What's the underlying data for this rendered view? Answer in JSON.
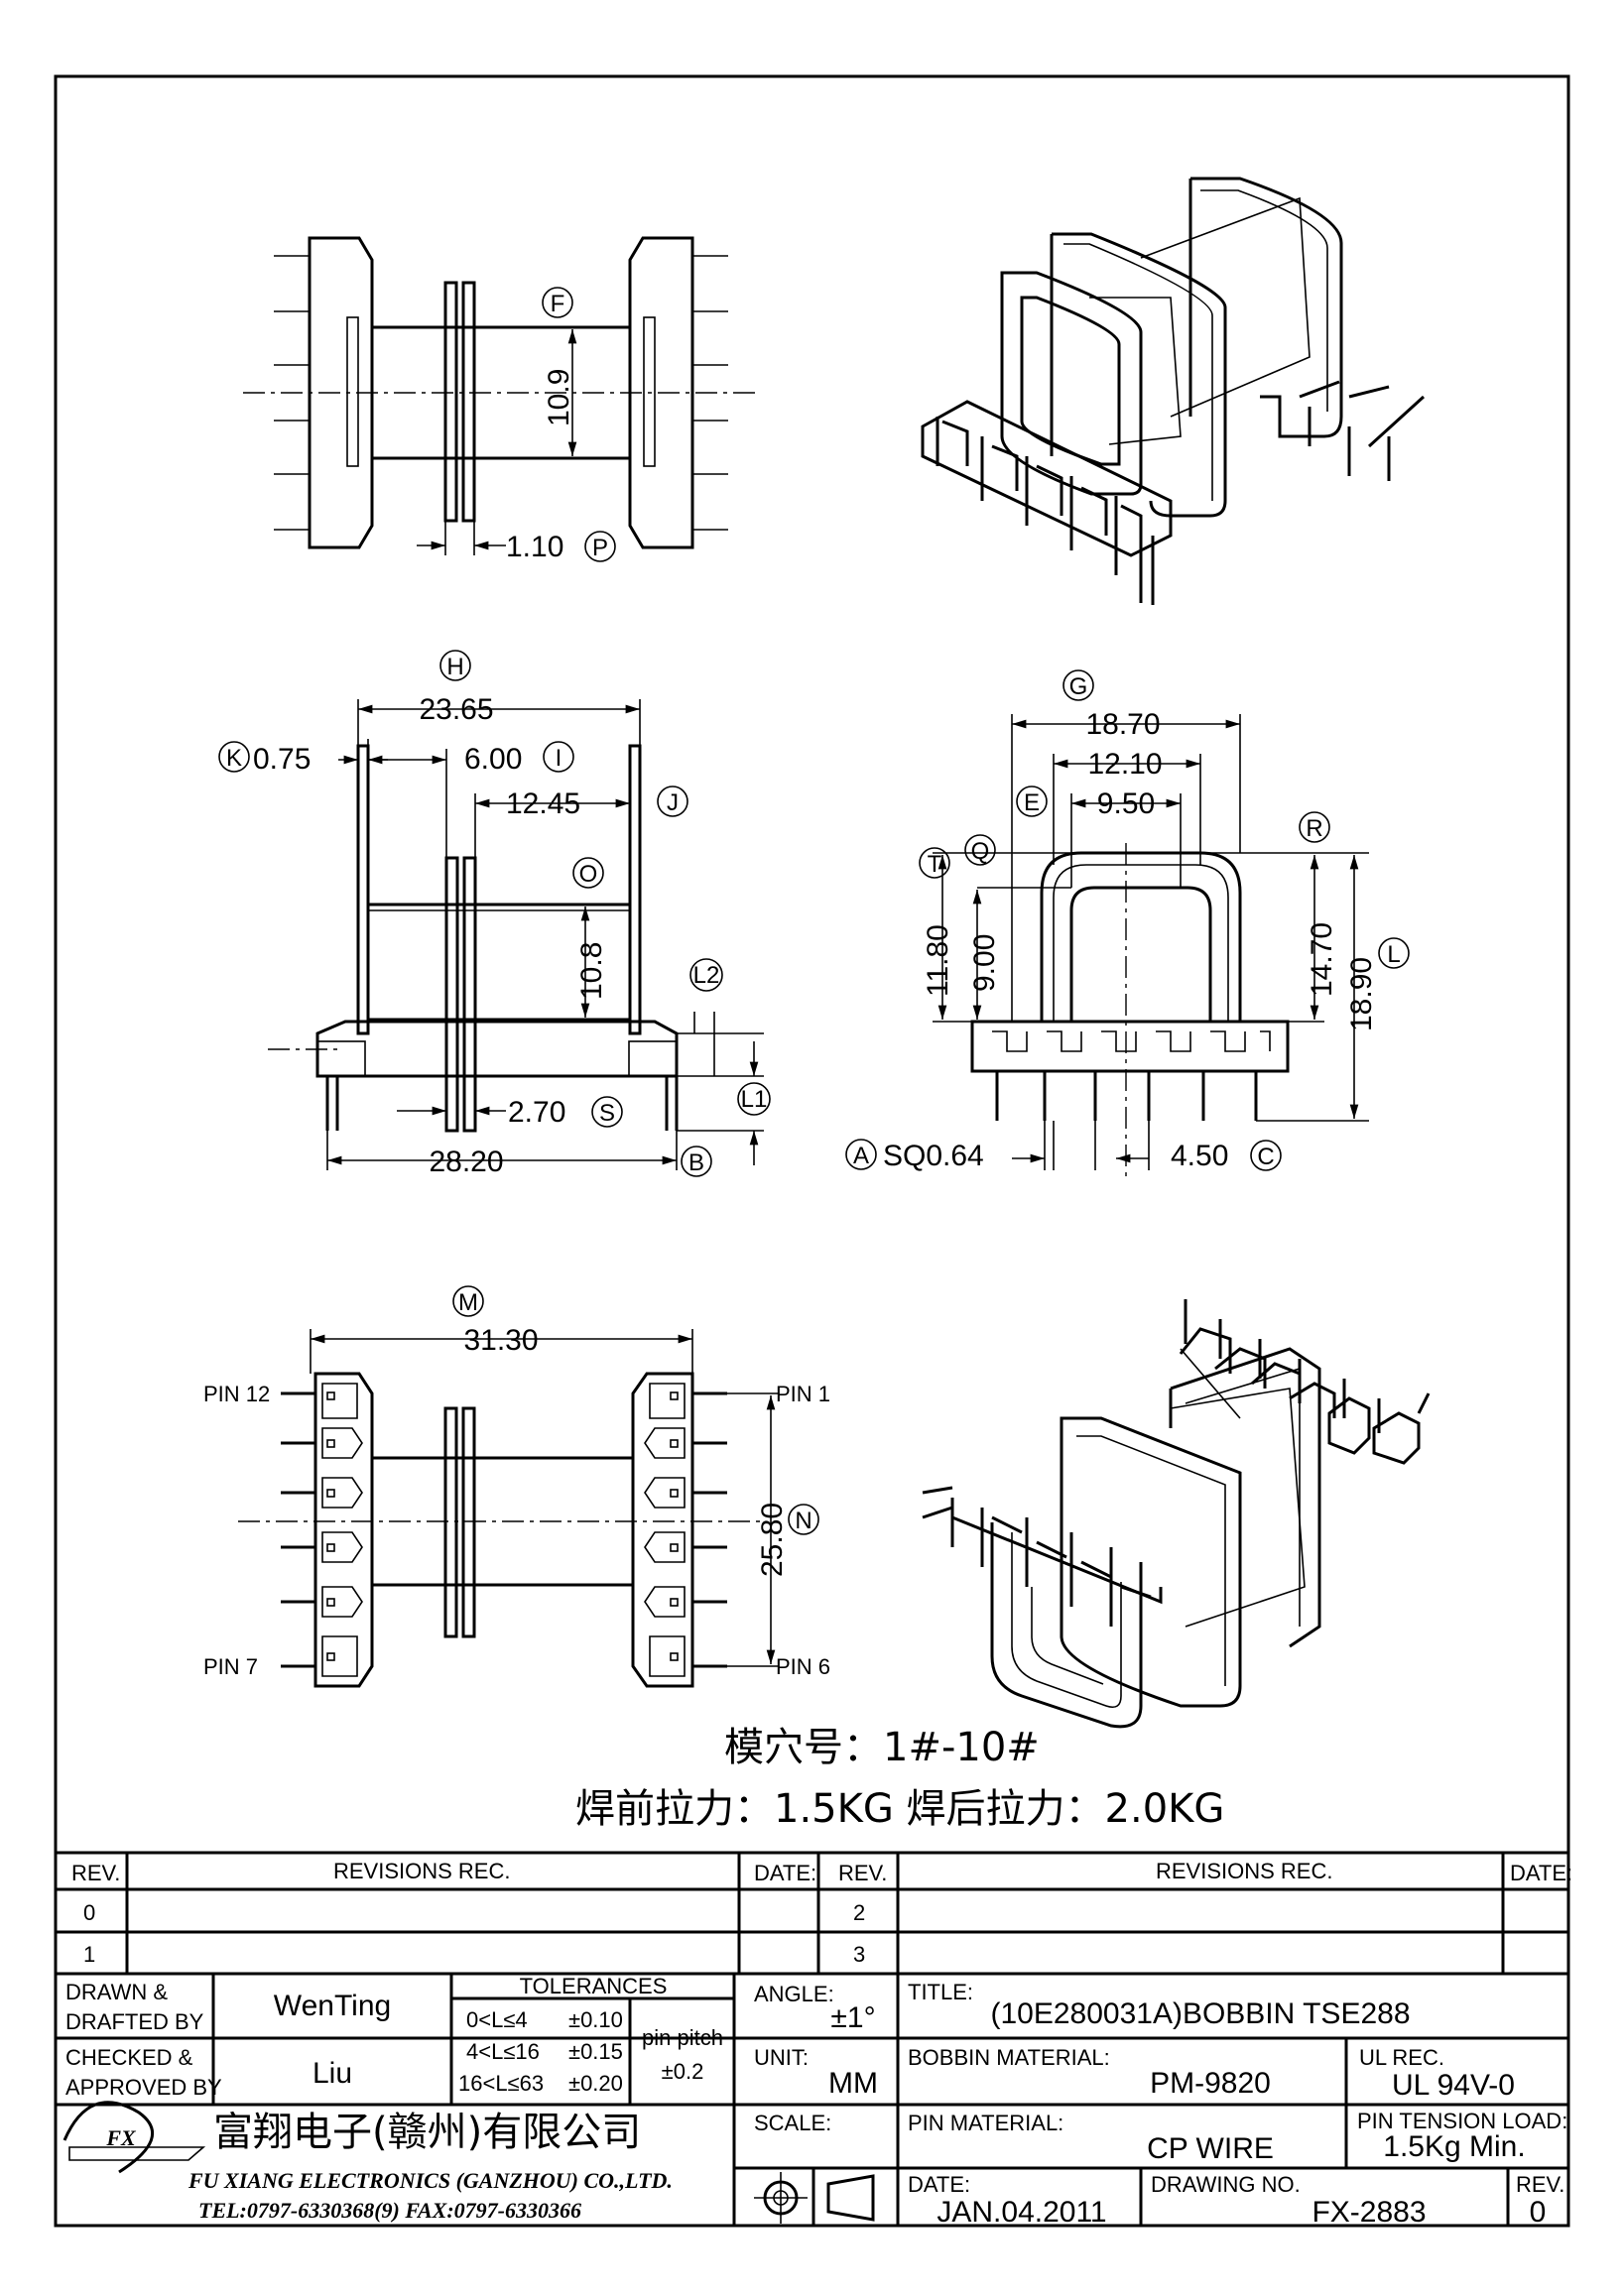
{
  "views": {
    "top": {
      "dims": {
        "p": "1.10",
        "f": "10.9"
      },
      "tags": {
        "f": "F",
        "p": "P"
      }
    },
    "front": {
      "dims": {
        "h": "23.65",
        "k": "0.75",
        "i": "6.00",
        "j": "12.45",
        "o": "10.8",
        "s": "2.70",
        "b": "28.20"
      },
      "tags": {
        "h": "H",
        "k": "K",
        "i": "I",
        "j": "J",
        "o": "O",
        "l2": "L2",
        "l1": "L1",
        "s": "S",
        "b": "B"
      }
    },
    "side": {
      "dims": {
        "g": "18.70",
        "e1": "12.10",
        "e2": "9.50",
        "t": "11.80",
        "q": "9.00",
        "r": "14.70",
        "l": "18.90",
        "a": "SQ0.64",
        "c": "4.50"
      },
      "tags": {
        "g": "G",
        "e": "E",
        "t": "T",
        "q": "Q",
        "r": "R",
        "l": "L",
        "a": "A",
        "c": "C"
      }
    },
    "bottom": {
      "dims": {
        "m": "31.30",
        "n": "25.80"
      },
      "tags": {
        "m": "M",
        "n": "N"
      },
      "pins": {
        "p12": "PIN 12",
        "p1": "PIN 1",
        "p7": "PIN 7",
        "p6": "PIN 6"
      }
    }
  },
  "notes": {
    "cavity": "模穴号：1#-10#",
    "pull": "焊前拉力：1.5KG   焊后拉力：2.0KG"
  },
  "title_block": {
    "rev_header": "REV.",
    "revisions_header": "REVISIONS   REC.",
    "date_header": "DATE:",
    "rev_rows": [
      "0",
      "1"
    ],
    "rev_rows_right": [
      "2",
      "3"
    ],
    "drawn_label_1": "DRAWN  &",
    "drawn_label_2": "DRAFTED BY",
    "drawn_by": "WenTing",
    "checked_label_1": "CHECKED &",
    "checked_label_2": "APPROVED BY",
    "checked_by": "Liu",
    "tolerances_label": "TOLERANCES",
    "tol_rows": [
      {
        "range": "0<L≤4",
        "value": "±0.10"
      },
      {
        "range": "4<L≤16",
        "value": "±0.15"
      },
      {
        "range": "16<L≤63",
        "value": "±0.20"
      }
    ],
    "pin_pitch_label": "pin  pitch",
    "pin_pitch_value": "±0.2",
    "angle_label": "ANGLE:",
    "angle_value": "±1°",
    "unit_label": "UNIT:",
    "unit_value": "MM",
    "scale_label": "SCALE:",
    "title_label": "TITLE:",
    "title_value": "(10E280031A)BOBBIN  TSE288",
    "bobbin_material_label": "BOBBIN  MATERIAL:",
    "bobbin_material_value": "PM-9820",
    "ul_label": "UL  REC.",
    "ul_value": "UL  94V-0",
    "pin_material_label": "PIN  MATERIAL:",
    "pin_material_value": "CP  WIRE",
    "pin_tension_label": "PIN  TENSION  LOAD:",
    "pin_tension_value": "1.5Kg  Min.",
    "date_label": "DATE:",
    "date_value": "JAN.04.2011",
    "drawing_no_label": "DRAWING  NO.",
    "drawing_no_value": "FX-2883",
    "rev_label": "REV.",
    "rev_value": "0",
    "company_cn": "富翔电子(赣州)有限公司",
    "company_en": "FU  XIANG  ELECTRONICS  (GANZHOU)  CO.,LTD.",
    "company_contact": "TEL:0797-6330368(9)   FAX:0797-6330366",
    "logo_text": "FX"
  }
}
